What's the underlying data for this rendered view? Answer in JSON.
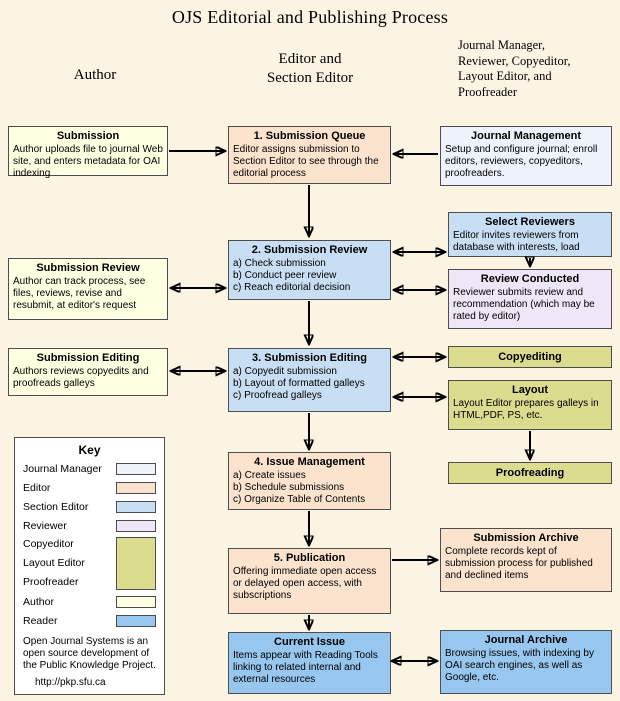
{
  "page": {
    "title": "OJS Editorial and Publishing Process"
  },
  "headers": {
    "author": "Author",
    "editor": "Editor and\nSection Editor",
    "others": "Journal Manager,\nReviewer, Copyeditor,\nLayout Editor, and\nProofreader"
  },
  "colors": {
    "background": "#FCF4E3",
    "journal_manager": "#EDF2FB",
    "editor": "#FBE3CE",
    "section_editor": "#C8DEF4",
    "reviewer": "#EFE6F8",
    "copyeditor": "#DCDC8F",
    "author": "#FFFFE2",
    "reader": "#97C6EF",
    "key_background": "#FFFFFF",
    "border": "#4D4D4F",
    "arrow": "#000000"
  },
  "boxes": {
    "author_column": [
      {
        "title": "Submission",
        "body": "Author uploads file to journal Web site, and enters metadata for OAI indexing"
      },
      {
        "title": "Submission Review",
        "body": "Author can track process, see files, reviews, revise and resubmit, at editor's request"
      },
      {
        "title": "Submission Editing",
        "body": "Authors reviews copyedits and proofreads galleys"
      }
    ],
    "editor_column": [
      {
        "title": "1. Submission Queue",
        "body": "Editor assigns submission to Section Editor to see through the editorial process"
      },
      {
        "title": "2. Submission Review",
        "body": "a) Check submission\nb) Conduct peer review\nc) Reach editorial decision"
      },
      {
        "title": "3. Submission Editing",
        "body": "a) Copyedit submission\nb) Layout of formatted galleys\nc) Proofread galleys"
      },
      {
        "title": "4. Issue Management",
        "body": "a) Create issues\nb) Schedule submissions\nc) Organize Table of Contents"
      },
      {
        "title": "5. Publication",
        "body": "Offering immediate open access or delayed open access, with subscriptions"
      },
      {
        "title": "Current Issue",
        "body": "Items appear with Reading Tools linking to related internal and external resources"
      }
    ],
    "right_column": [
      {
        "title": "Journal Management",
        "body": "Setup and configure journal; enroll editors, reviewers, copyeditors, proofreaders."
      },
      {
        "title": "Select Reviewers",
        "body": "Editor invites reviewers from database with interests, load"
      },
      {
        "title": "Review Conducted",
        "body": "Reviewer submits review and recommendation (which may be rated by editor)"
      },
      {
        "title": "Copyediting",
        "body": ""
      },
      {
        "title": "Layout",
        "body": "Layout Editor prepares galleys in HTML,PDF, PS, etc."
      },
      {
        "title": "Proofreading",
        "body": ""
      },
      {
        "title": "Submission Archive",
        "body": "Complete records kept of submission process for published and declined items"
      },
      {
        "title": "Journal Archive",
        "body": "Browsing issues, with indexing by OAI search engines, as well as Google, etc."
      }
    ]
  },
  "key": {
    "title": "Key",
    "entries": [
      {
        "label": "Journal Manager"
      },
      {
        "label": "Editor"
      },
      {
        "label": "Section Editor"
      },
      {
        "label": "Reviewer"
      },
      {
        "label": "Copyeditor"
      },
      {
        "label": "Layout Editor"
      },
      {
        "label": "Proofreader"
      },
      {
        "label": "Author"
      },
      {
        "label": "Reader"
      }
    ],
    "note": "Open Journal Systems is an open source development of the Public Knowledge Project.",
    "url": "http://pkp.sfu.ca"
  }
}
